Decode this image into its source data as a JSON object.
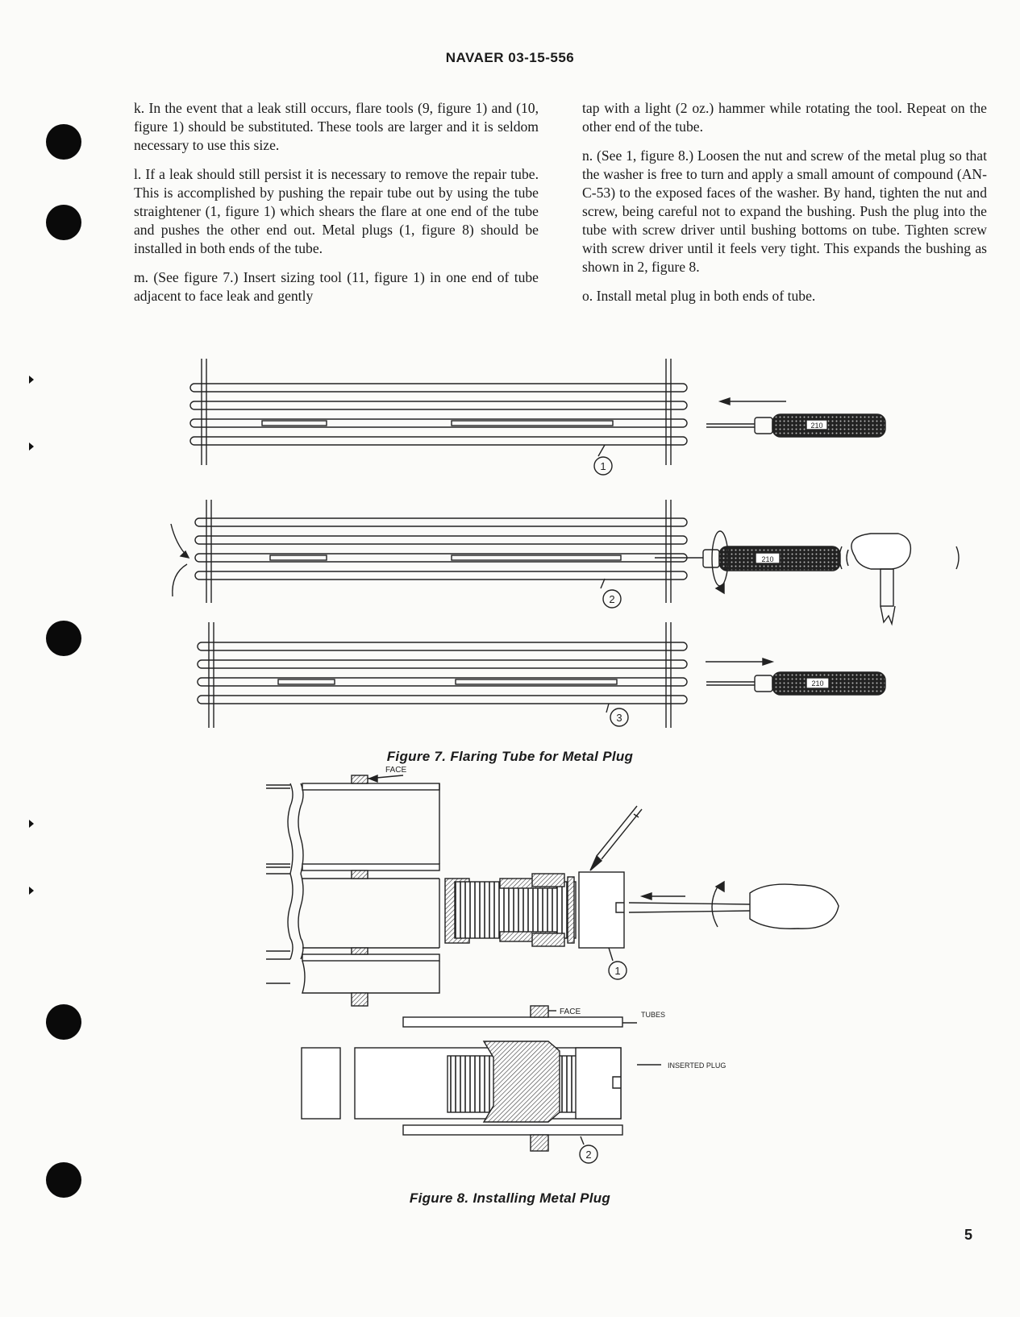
{
  "header": "NAVAER 03-15-556",
  "left_column": [
    "k. In the event that a leak still occurs, flare tools (9, figure 1) and (10, figure 1) should be substituted. These tools are larger and it is seldom necessary to use this size.",
    "l. If a leak should still persist it is necessary to remove the repair tube. This is accomplished by pushing the repair tube out by using the tube straightener (1, figure 1) which shears the flare at one end of the tube and pushes the other end out. Metal plugs (1, figure 8) should be installed in both ends of the tube.",
    "m. (See figure 7.) Insert sizing tool (11, figure 1) in one end of tube adjacent to face leak and gently"
  ],
  "right_column": [
    "tap with a light (2 oz.) hammer while rotating the tool. Repeat on the other end of the tube.",
    "n. (See 1, figure 8.) Loosen the nut and screw of the metal plug so that the washer is free to turn and apply a small amount of compound (AN-C-53) to the exposed faces of the washer. By hand, tighten the nut and screw, being careful not to expand the bushing. Push the plug into the tube with screw driver until bushing bottoms on tube. Tighten screw with screw driver until it feels very tight. This expands the bushing as shown in 2, figure 8.",
    "o. Install metal plug in both ends of tube."
  ],
  "figure7": {
    "caption": "Figure 7. Flaring Tube for Metal Plug",
    "callouts": [
      "1",
      "2",
      "3"
    ],
    "tool_label": "210"
  },
  "figure8": {
    "caption": "Figure 8. Installing Metal Plug",
    "callouts": [
      "1",
      "2"
    ],
    "labels": {
      "face_top": "FACE",
      "face_bottom": "FACE",
      "tubes": "TUBES",
      "inserted_plug": "INSERTED PLUG"
    }
  },
  "page_number": "5"
}
